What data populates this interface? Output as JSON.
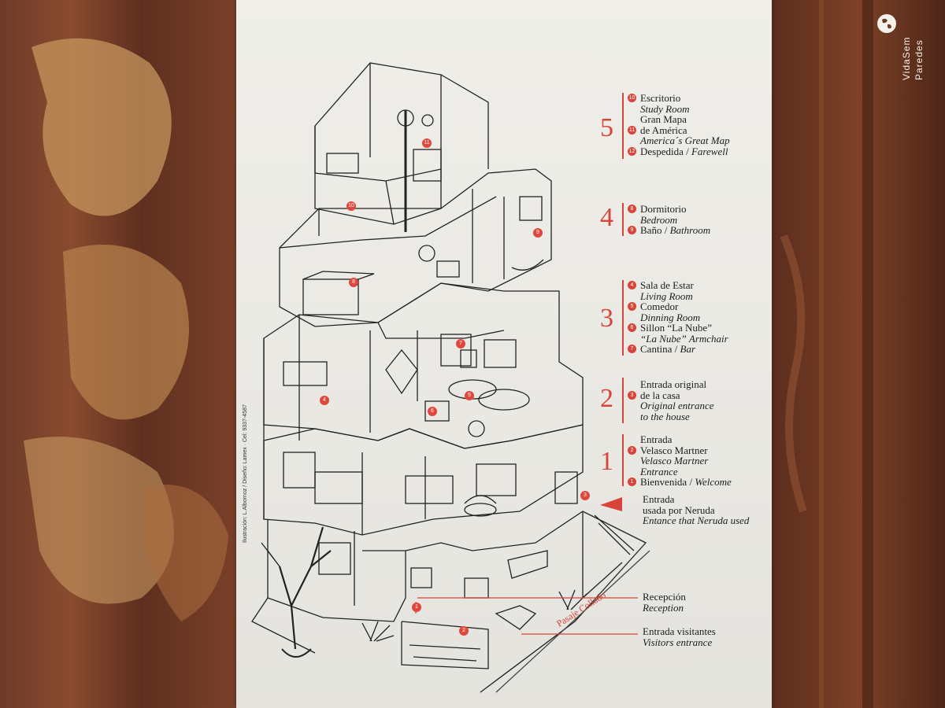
{
  "street_label": "Pasaje Collado",
  "credit": "Ilustración: L.Albornoz / Diseño: Lamex · Cel: 9337-4587",
  "watermark": {
    "line1": "VidaSem",
    "line2": "Paredes"
  },
  "floors": [
    {
      "num": "5",
      "items": [
        {
          "n": "10",
          "es": "Escritorio",
          "en": "Study Room"
        },
        {
          "n": "11",
          "es": "Gran Mapa",
          "es2": "de América",
          "en": "America´s Great Map"
        },
        {
          "n": "12",
          "es": "Despedida / ",
          "en": "Farewell"
        }
      ]
    },
    {
      "num": "4",
      "items": [
        {
          "n": "8",
          "es": "Dormitorio",
          "en": "Bedroom"
        },
        {
          "n": "9",
          "es": "Baño / ",
          "en": "Bathroom"
        }
      ]
    },
    {
      "num": "3",
      "items": [
        {
          "n": "4",
          "es": "Sala de Estar",
          "en": "Living Room"
        },
        {
          "n": "5",
          "es": "Comedor",
          "en": "Dinning Room"
        },
        {
          "n": "6",
          "es": "Sillon “La Nube”",
          "en": "“La Nube” Armchair"
        },
        {
          "n": "7",
          "es": "Cantina / ",
          "en": "Bar"
        }
      ]
    },
    {
      "num": "2",
      "items": [
        {
          "n": "3",
          "es": "Entrada original",
          "es2": "de la casa",
          "en": "Original entrance",
          "en2": "to the house"
        }
      ]
    },
    {
      "num": "1",
      "items": [
        {
          "n": "",
          "es": "Entrada"
        },
        {
          "n": "2",
          "es": "Velasco Martner",
          "en": "Velasco Martner",
          "en2": "Entrance"
        },
        {
          "n": "1",
          "es": "Bienvenida / ",
          "en": "Welcome"
        }
      ]
    }
  ],
  "callouts": {
    "neruda": {
      "es": "Entrada",
      "es2": "usada por Neruda",
      "en": "Entance that Neruda used"
    },
    "reception": {
      "es": "Recepción",
      "en": "Reception"
    },
    "visitors": {
      "es": "Entrada visitantes",
      "en": "Visitors entrance"
    }
  },
  "map_markers": [
    "11",
    "10",
    "9",
    "8",
    "7",
    "4",
    "5",
    "6",
    "3",
    "1",
    "2"
  ],
  "colors": {
    "accent": "#d9443a",
    "paper": "#ecebe6",
    "wood": "#6b3a26"
  }
}
